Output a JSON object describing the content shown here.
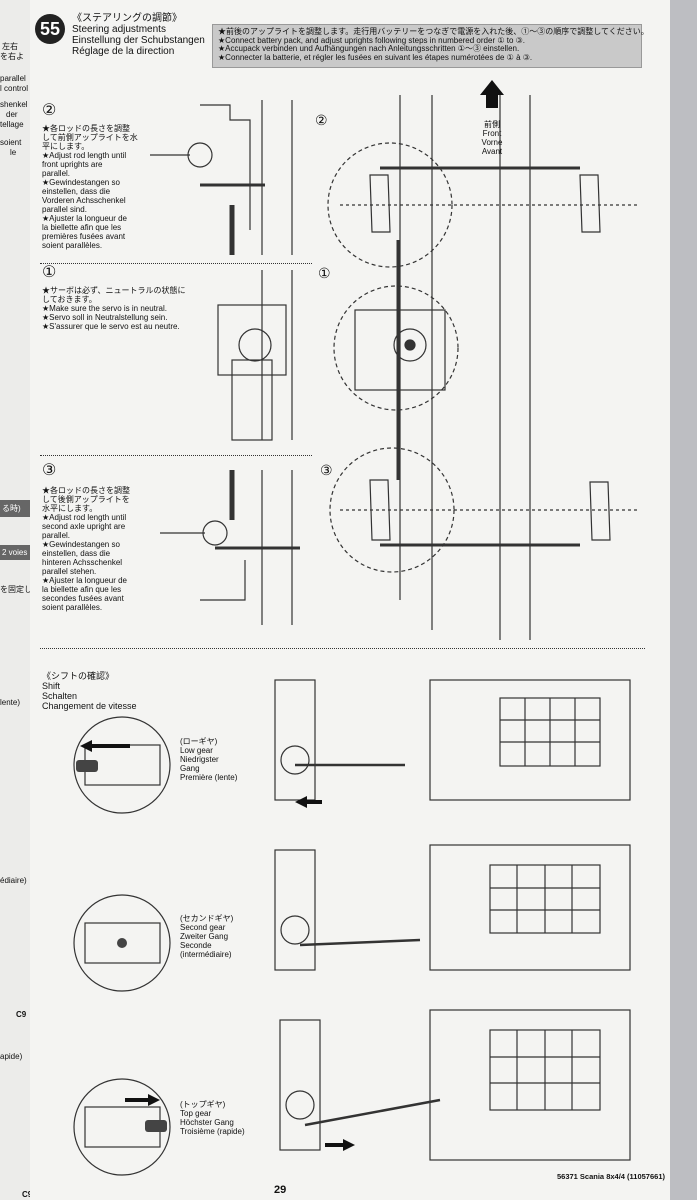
{
  "prev_page": {
    "fragments": [
      "左右",
      "を右よ",
      "parallel",
      "l control",
      "shenkel",
      "der",
      "tellage",
      "soient",
      "le",
      "る時)",
      "2 voies",
      "を固定し",
      "lente)",
      "édiaire)",
      "C9",
      "apide)",
      "C9"
    ]
  },
  "step": {
    "number": "55",
    "title_jp": "《ステアリングの調節》",
    "title_en": "Steering adjustments",
    "title_de": "Einstellung der Schubstangen",
    "title_fr": "Réglage de la direction"
  },
  "warning": {
    "line1": "★前後のアップライトを調整します。走行用バッテリーをつなぎで電源を入れた後、①〜③の順序で調整してください。",
    "line2": "★Connect battery pack, and adjust uprights following steps in numbered order ① to ③.",
    "line3": "★Accupack verbinden und Aufhängungen nach Anleitungsschritten ①〜③ einstellen.",
    "line4": "★Connecter la batterie, et régler les fusées en suivant les étapes numérotées de ① à ③."
  },
  "front_label": {
    "jp": "前側",
    "en": "Front",
    "de": "Vorne",
    "fr": "Avant"
  },
  "sub2": {
    "num": "②",
    "lines": [
      "★各ロッドの長さを調整",
      "して前側アップライトを水",
      "平にします。",
      "★Adjust rod length until",
      "front uprights are",
      "parallel.",
      "★Gewindestangen so",
      "einstellen, dass die",
      "Vorderen Achsschenkel",
      "parallel sind.",
      "★Ajuster la longueur de",
      "la biellette afin que les",
      "premières fusées avant",
      "soient parallèles."
    ]
  },
  "sub1": {
    "num": "①",
    "lines": [
      "★サーボは必ず、ニュートラルの状態に",
      "しておきます。",
      "★Make sure the servo is in neutral.",
      "★Servo soll in Neutralstellung sein.",
      "★S'assurer que le servo est au neutre."
    ]
  },
  "sub3": {
    "num": "③",
    "lines": [
      "★各ロッドの長さを調整",
      "して後側アップライトを",
      "水平にします。",
      "★Adjust rod length until",
      "second axle upright are",
      "parallel.",
      "★Gewindestangen so",
      "einstellen, dass die",
      "hinteren Achsschenkel",
      "parallel stehen.",
      "★Ajuster la longueur de",
      "la biellette afin que les",
      "secondes fusées avant",
      "soient parallèles."
    ]
  },
  "diagram_labels": {
    "c2": "②",
    "c1": "①",
    "c3": "③"
  },
  "shift": {
    "title_jp": "《シフトの確認》",
    "title_en": "Shift",
    "title_de": "Schalten",
    "title_fr": "Changement de vitesse"
  },
  "gear_low": {
    "jp": "(ローギヤ)",
    "en": "Low gear",
    "de": "Niedrigster",
    "de2": "Gang",
    "fr": "Première (lente)"
  },
  "gear_second": {
    "jp": "(セカンドギヤ)",
    "en": "Second gear",
    "de": "Zweiter Gang",
    "fr": "Seconde",
    "fr2": "(intermédiaire)"
  },
  "gear_top": {
    "jp": "(トップギヤ)",
    "en": "Top gear",
    "de": "Höchster Gang",
    "fr": "Troisième (rapide)"
  },
  "footer": {
    "code": "56371 Scania 8x4/4 (11057661)",
    "page": "29"
  }
}
